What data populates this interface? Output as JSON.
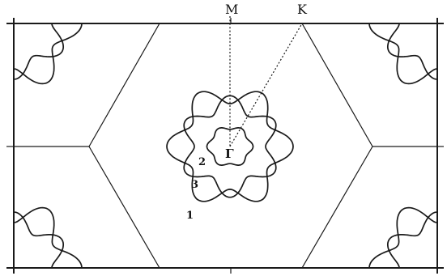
{
  "labels": {
    "m": "M",
    "k": "K",
    "gamma": "Γ",
    "curve1": "1",
    "curve2": "2",
    "curve3": "3"
  }
}
